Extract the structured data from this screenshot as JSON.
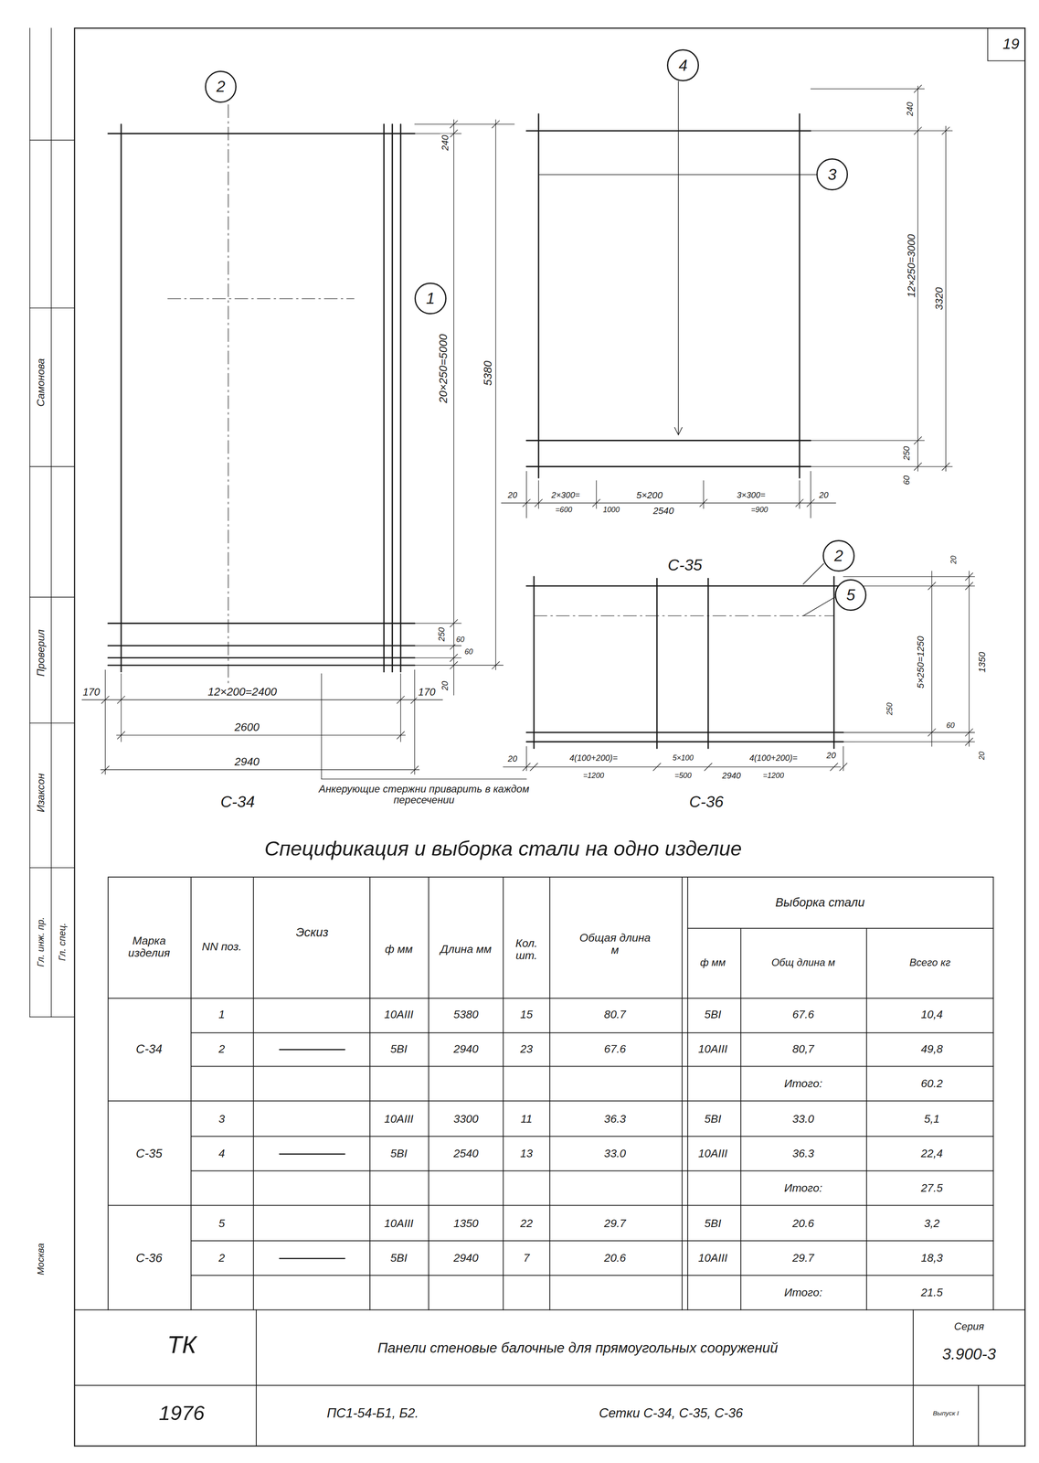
{
  "diagram": {
    "nodes": [
      {
        "text": [
          "4"
        ]
      },
      {
        "text": [
          "2"
        ]
      },
      {
        "text": [
          "3"
        ]
      },
      {
        "text": [
          "1"
        ]
      },
      {
        "text": [
          "2"
        ]
      },
      {
        "text": [
          "5"
        ]
      }
    ],
    "labels": [
      "19",
      "240",
      "20×250=5000",
      "5380",
      "250",
      "60",
      "60",
      "20",
      "170",
      "12×200=2400",
      "170",
      "2600",
      "2940",
      "Анкерующие стержни приварить в каждом пересечении",
      "С-34",
      "240",
      "12×250=3000",
      "3320",
      "250",
      "60",
      "20",
      "2×300=",
      "=600",
      "5×200",
      "1000",
      "2540",
      "3×300=",
      "=900",
      "20",
      "С-35",
      "20",
      "5×250=1250",
      "1350",
      "250",
      "60",
      "20",
      "20",
      "4(100+200)=",
      "=1200",
      "5×100",
      "=500",
      "2940",
      "4(100+200)=",
      "=1200",
      "20",
      "С-36",
      "Спецификация и выборка стали на одно изделие",
      "Марка изделия",
      "NN поз.",
      "Эскиз",
      "ф мм",
      "Длина мм",
      "Кол. шт.",
      "Общая длина м",
      "Выборка стали",
      "ф мм",
      "Общ длина м",
      "Всего кг",
      "С-34",
      "1",
      "10АIII",
      "5380",
      "15",
      "80.7",
      "5ВI",
      "67.6",
      "10,4",
      "2",
      "5ВI",
      "2940",
      "23",
      "67.6",
      "10АIII",
      "80,7",
      "49,8",
      "Итого:",
      "60.2",
      "С-35",
      "3",
      "10АIII",
      "3300",
      "11",
      "36.3",
      "5ВI",
      "33.0",
      "5,1",
      "4",
      "5ВI",
      "2540",
      "13",
      "33.0",
      "10АIII",
      "36.3",
      "22,4",
      "Итого:",
      "27.5",
      "С-36",
      "5",
      "10АIII",
      "1350",
      "22",
      "29.7",
      "5ВI",
      "20.6",
      "3,2",
      "2",
      "5ВI",
      "2940",
      "7",
      "20.6",
      "10АIII",
      "29.7",
      "18,3",
      "Итого:",
      "21.5",
      "ТК",
      "1976",
      "Панели стеновые балочные для прямоугольных сооружений",
      "Серия",
      "3.900-3",
      "ПС1-54-Б1, Б2.",
      "Сетки С-34, С-35, С-36",
      "Выпуск I",
      "Проверил",
      "Самонова",
      "Изаксон",
      "Гл. спец.",
      "Гл. инж. пр.",
      "Москва"
    ]
  }
}
